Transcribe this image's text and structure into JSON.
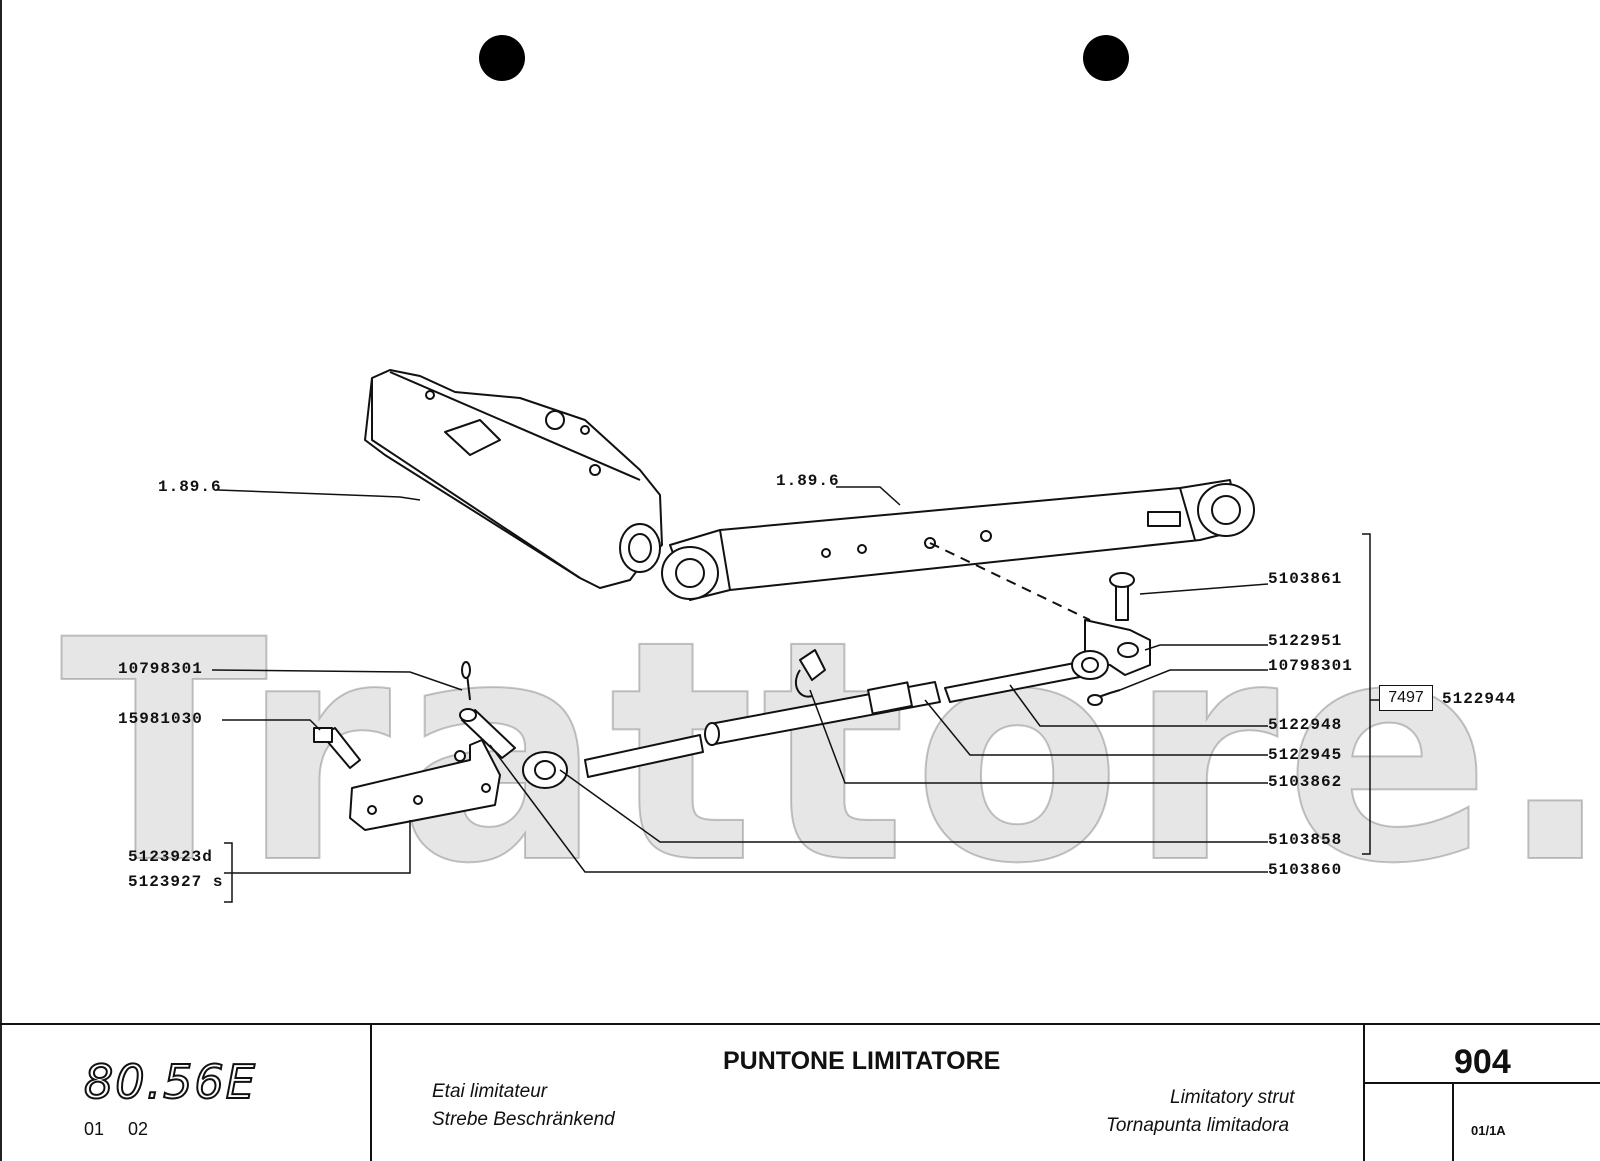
{
  "callouts": {
    "c189_left": "1.89.6",
    "c189_right": "1.89.6",
    "p5103861": "5103861",
    "p5122951": "5122951",
    "p10798301_right": "10798301",
    "p10798301_left": "10798301",
    "p15981030": "15981030",
    "p5122948": "5122948",
    "p5122945": "5122945",
    "p5103862": "5103862",
    "p5103858": "5103858",
    "p5103860": "5103860",
    "p5123923d": "5123923d",
    "p5123927s": "5123927 s",
    "kit_ref": "7497",
    "kit_part": "5122944"
  },
  "watermark": "Trattore.it",
  "title_block": {
    "model": "80.56E",
    "ver_a": "01",
    "ver_b": "02",
    "title_it": "PUNTONE LIMITATORE",
    "title_fr": "Etai limitateur",
    "title_de": "Strebe Beschränkend",
    "title_en": "Limitatory strut",
    "title_es": "Tornapunta limitadora",
    "page": "904",
    "page_sub": "01/1A"
  }
}
